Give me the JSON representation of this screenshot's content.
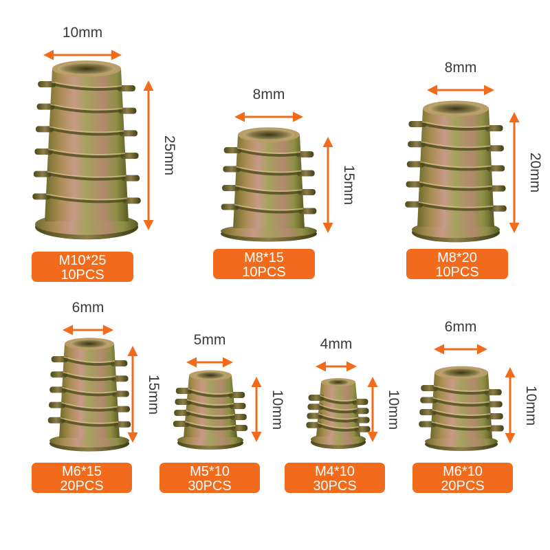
{
  "items": [
    {
      "model": "M10*25",
      "qty": "10PCS",
      "diameter": "10mm",
      "length": "25mm"
    },
    {
      "model": "M8*15",
      "qty": "10PCS",
      "diameter": "8mm",
      "length": "15mm"
    },
    {
      "model": "M8*20",
      "qty": "10PCS",
      "diameter": "8mm",
      "length": "20mm"
    },
    {
      "model": "M6*15",
      "qty": "20PCS",
      "diameter": "6mm",
      "length": "15mm"
    },
    {
      "model": "M5*10",
      "qty": "30PCS",
      "diameter": "5mm",
      "length": "10mm"
    },
    {
      "model": "M4*10",
      "qty": "30PCS",
      "diameter": "4mm",
      "length": "10mm"
    },
    {
      "model": "M6*10",
      "qty": "20PCS",
      "diameter": "6mm",
      "length": "10mm"
    }
  ],
  "colors": {
    "accent": "#f26a1b",
    "arrow": "#f26a1b",
    "text": "#3a3a3a",
    "label_text": "#ffffff"
  },
  "icons": [
    "threaded-insert-icon",
    "width-arrow-icon",
    "height-arrow-icon"
  ]
}
